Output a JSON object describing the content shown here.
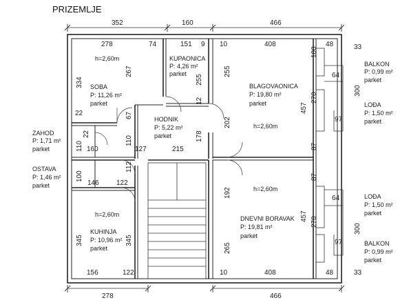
{
  "title": "PRIZEMLJE",
  "top_dims": [
    "352",
    "160",
    "466"
  ],
  "bottom_dims": [
    "278",
    "466"
  ],
  "rooms": {
    "soba": {
      "name": "SOBA",
      "area": "P: 11,26 m²",
      "floor": "parket",
      "height": "h=2,60m"
    },
    "kupaonica": {
      "name": "KUPAONICA",
      "area": "P: 4,26 m²",
      "floor": "parket"
    },
    "hodnik": {
      "name": "HODNIK",
      "area": "P: 5,22 m²",
      "floor": "parket"
    },
    "blagovaonica": {
      "name": "BLAGOVAONICA",
      "area": "P: 19,80 m²",
      "floor": "parket",
      "height": "h=2,60m"
    },
    "zahod": {
      "name": "ZAHOD",
      "area": "P: 1,71 m²",
      "floor": "parket"
    },
    "ostava": {
      "name": "OSTAVA",
      "area": "P: 1,46 m²",
      "floor": "parket"
    },
    "kuhinja": {
      "name": "KUHINJA",
      "area": "P: 10,96 m²",
      "floor": "parket",
      "height": "h=2,60m"
    },
    "dnevni": {
      "name": "DNEVNI BORAVAK",
      "area": "P: 19,81 m²",
      "floor": "parket",
      "height": "h=2,60m"
    },
    "balkon1": {
      "name": "BALKON",
      "area": "P: 0,99 m²",
      "floor": "parket"
    },
    "loda1": {
      "name": "LOĐA",
      "area": "P: 1,50 m²",
      "floor": "parket"
    },
    "loda2": {
      "name": "LOĐA",
      "area": "P: 1,50 m²",
      "floor": "parket"
    },
    "balkon2": {
      "name": "BALKON",
      "area": "P: 0,99 m²",
      "floor": "parket"
    }
  },
  "inner_dims": {
    "d278": "278",
    "d74": "74",
    "d151": "151",
    "d9": "9",
    "d10a": "10",
    "d408a": "408",
    "d100a": "100",
    "d48a": "48",
    "d33a": "33",
    "d334": "334",
    "d267": "267",
    "d255a": "255",
    "d255b": "255",
    "d64a": "64",
    "d300a": "300",
    "d22a": "22",
    "d67": "67",
    "d12": "12",
    "d202": "202",
    "d457a": "457",
    "d270a": "270",
    "d97a": "97",
    "d22b": "22",
    "d110a": "110",
    "d110b": "110",
    "d178": "178",
    "d87a": "87",
    "d160": "160",
    "d127": "127",
    "d215": "215",
    "d112": "112",
    "d100b": "100",
    "d146": "146",
    "d122a": "122",
    "d87b": "87",
    "d192": "192",
    "d64b": "64",
    "d300b": "300",
    "d457b": "457",
    "d270b": "270",
    "d345a": "345",
    "d345b": "345",
    "d97b": "97",
    "d265": "265",
    "d156": "156",
    "d122b": "122",
    "d10b": "10",
    "d408b": "408",
    "d48b": "48",
    "d33b": "33"
  }
}
